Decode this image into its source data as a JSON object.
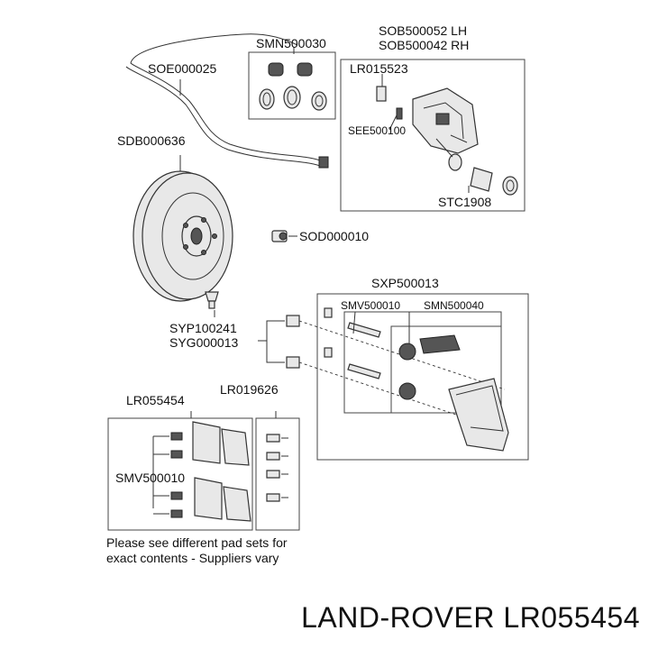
{
  "labels": {
    "smn500030": "SMN500030",
    "sob500052": "SOB500052 LH",
    "sob500042": "SOB500042 RH",
    "soe000025": "SOE000025",
    "lr015523": "LR015523",
    "see500100": "SEE500100",
    "sdb000636": "SDB000636",
    "stc1908": "STC1908",
    "sod000010": "SOD000010",
    "sxp500013": "SXP500013",
    "smv500010_top": "SMV500010",
    "smn500040": "SMN500040",
    "syp100241": "SYP100241",
    "syg000013": "SYG000013",
    "lr055454": "LR055454",
    "lr019626": "LR019626",
    "smv500010_bottom": "SMV500010"
  },
  "note": {
    "line1": "Please see different pad sets for",
    "line2": "exact contents - Suppliers vary"
  },
  "brand": "LAND-ROVER LR055454"
}
